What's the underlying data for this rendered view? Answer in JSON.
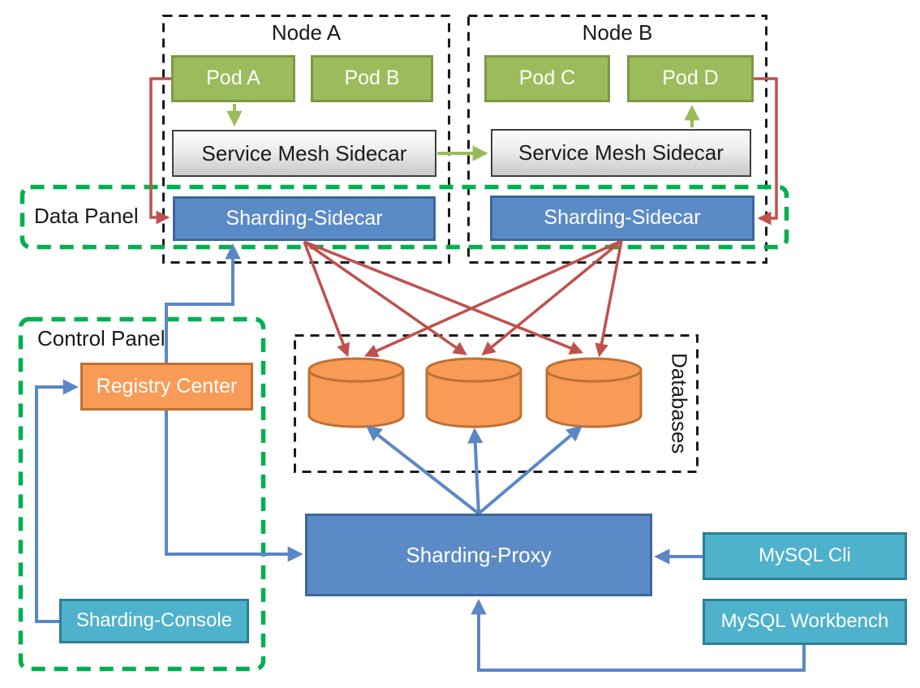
{
  "colors": {
    "green_box_fill": "#9cbb5c",
    "green_box_border": "#7a9a45",
    "blue_box_fill": "#5b8bc7",
    "blue_box_border": "#3d6899",
    "cyan_box_fill": "#4eb2cc",
    "cyan_box_border": "#2e7f96",
    "orange_box_fill": "#f79b57",
    "orange_box_border": "#c0702f",
    "gray_box_border": "#3f3f3f",
    "db_fill": "#f79b57",
    "db_border": "#be7135",
    "red_arrow": "#c0504d",
    "blue_arrow": "#5b87c5",
    "green_arrow": "#9bbb59",
    "panel_dash_green": "#00b050",
    "node_dash_black": "#1a1a1a"
  },
  "labels": {
    "node_a": "Node A",
    "node_b": "Node B",
    "pod_a": "Pod A",
    "pod_b": "Pod B",
    "pod_c": "Pod C",
    "pod_d": "Pod D",
    "sms_a": "Service Mesh Sidecar",
    "sms_b": "Service Mesh Sidecar",
    "sidecar_a": "Sharding-Sidecar",
    "sidecar_b": "Sharding-Sidecar",
    "data_panel": "Data Panel",
    "control_panel": "Control Panel",
    "registry_center": "Registry Center",
    "sharding_console": "Sharding-Console",
    "databases": "Databases",
    "sharding_proxy": "Sharding-Proxy",
    "mysql_cli": "MySQL Cli",
    "mysql_workbench": "MySQL Workbench"
  },
  "databases": {
    "cylinder_count": 3
  },
  "edges": [
    {
      "from": "Pod A",
      "to": "Service Mesh Sidecar (Node A)",
      "color": "green"
    },
    {
      "from": "Service Mesh Sidecar (Node A)",
      "to": "Service Mesh Sidecar (Node B)",
      "color": "green"
    },
    {
      "from": "Service Mesh Sidecar (Node B)",
      "to": "Pod D",
      "color": "green"
    },
    {
      "from": "Pod A",
      "to": "Sharding-Sidecar (Node A)",
      "color": "red"
    },
    {
      "from": "Pod D",
      "to": "Sharding-Sidecar (Node B)",
      "color": "red"
    },
    {
      "from": "Sharding-Sidecar (Node A)",
      "to": "Database 1",
      "color": "red"
    },
    {
      "from": "Sharding-Sidecar (Node A)",
      "to": "Database 2",
      "color": "red"
    },
    {
      "from": "Sharding-Sidecar (Node A)",
      "to": "Database 3",
      "color": "red"
    },
    {
      "from": "Sharding-Sidecar (Node B)",
      "to": "Database 1",
      "color": "red"
    },
    {
      "from": "Sharding-Sidecar (Node B)",
      "to": "Database 2",
      "color": "red"
    },
    {
      "from": "Sharding-Sidecar (Node B)",
      "to": "Database 3",
      "color": "red"
    },
    {
      "from": "Registry Center",
      "to": "Sharding-Sidecar (Node A)",
      "color": "blue"
    },
    {
      "from": "Sharding-Console",
      "to": "Registry Center",
      "color": "blue"
    },
    {
      "from": "Registry Center",
      "to": "Sharding-Proxy",
      "color": "blue"
    },
    {
      "from": "MySQL Cli",
      "to": "Sharding-Proxy",
      "color": "blue"
    },
    {
      "from": "MySQL Workbench",
      "to": "Sharding-Proxy",
      "color": "blue"
    },
    {
      "from": "Sharding-Proxy",
      "to": "Database 1",
      "color": "blue"
    },
    {
      "from": "Sharding-Proxy",
      "to": "Database 2",
      "color": "blue"
    },
    {
      "from": "Sharding-Proxy",
      "to": "Database 3",
      "color": "blue"
    }
  ]
}
